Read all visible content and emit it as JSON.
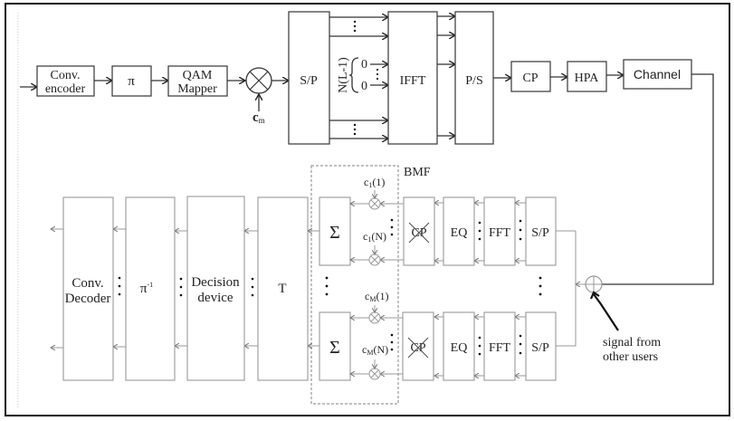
{
  "diagram": {
    "transmitter": {
      "input_arrow": "input",
      "conv_encoder": [
        "Conv.",
        "encoder"
      ],
      "interleaver": "π",
      "qam_mapper": [
        "QAM",
        "Mapper"
      ],
      "spreading_code": "c",
      "spreading_code_sub": "m",
      "sp": "S/P",
      "zero_pad_label": "N(L-1)",
      "zero": "0",
      "ifft": "IFFT",
      "ps": "P/S",
      "cp": "CP",
      "hpa": "HPA",
      "channel": "Channel"
    },
    "receiver": {
      "bmf_label": "BMF",
      "sum": "Σ",
      "code_1_1": "c",
      "code_1_1_sub": "1",
      "code_1_1_arg": "(1)",
      "code_1_n": "c",
      "code_1_n_sub": "1",
      "code_1_n_arg": "(N)",
      "code_m_1": "c",
      "code_m_1_sub": "M",
      "code_m_1_arg": "(1)",
      "code_m_n": "c",
      "code_m_n_sub": "M",
      "code_m_n_arg": "(N)",
      "cp_removed": "CP",
      "eq": "EQ",
      "fft": "FFT",
      "sp": "S/P",
      "t_block": "T",
      "decision_device": [
        "Decision",
        "device"
      ],
      "deinterleaver": "π",
      "deinterleaver_sup": "-1",
      "conv_decoder": [
        "Conv.",
        "Decoder"
      ],
      "other_users": [
        "signal from",
        "other users"
      ]
    }
  }
}
